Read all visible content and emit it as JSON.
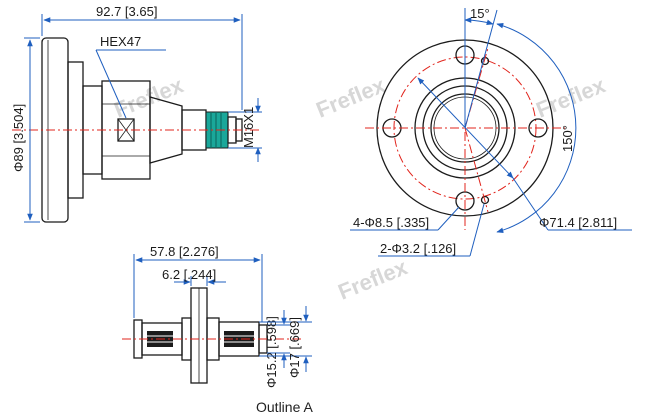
{
  "labels": {
    "overall_length": "92.7 [3.65]",
    "hex": "HEX47",
    "flange_diameter": "Φ89 [3.504]",
    "thread": "M16X1",
    "angle_small": "15°",
    "angle_large": "150°",
    "mount_holes": "4-Φ8.5 [.335]",
    "pin_holes": "2-Φ3.2 [.126]",
    "bolt_circle": "Φ71.4 [2.811]",
    "outline_length": "57.8 [2.276]",
    "flange_thickness": "6.2 [.244]",
    "dia_inner": "Φ15.2 [.598]",
    "dia_outer": "Φ17 [.669]",
    "caption": "Outline A"
  },
  "watermark": "Freflex",
  "colors": {
    "outline": "#1b1b1b",
    "centerline": "#e1241c",
    "dimension": "#1f5fbf",
    "connector_accent": "#1aa79a"
  }
}
